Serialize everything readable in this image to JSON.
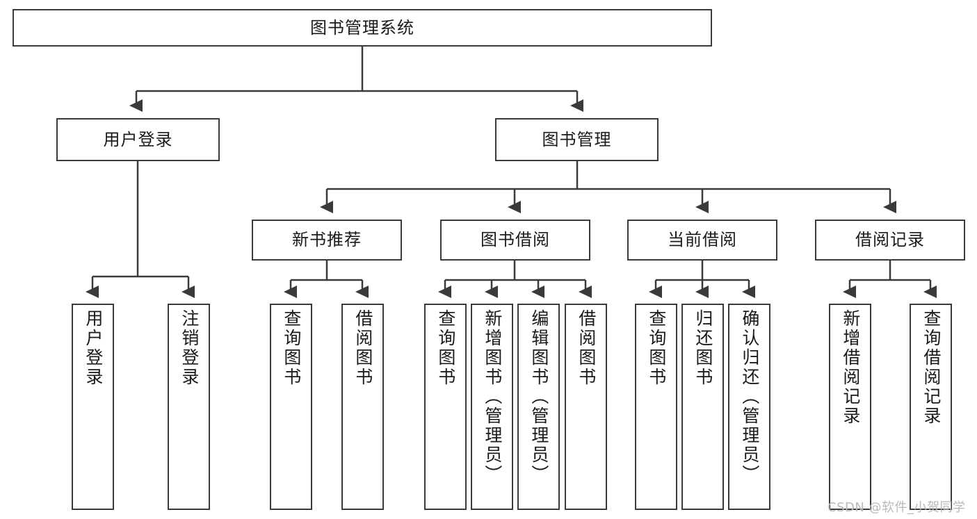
{
  "diagram": {
    "type": "tree-hierarchy-functional-decomposition",
    "root": {
      "label": "图书管理系统"
    },
    "level2": [
      {
        "label": "用户登录"
      },
      {
        "label": "图书管理"
      }
    ],
    "level3": [
      {
        "label": "新书推荐"
      },
      {
        "label": "图书借阅"
      },
      {
        "label": "当前借阅"
      },
      {
        "label": "借阅记录"
      }
    ],
    "leaves": {
      "user_login": [
        {
          "label": "用户登录"
        },
        {
          "label": "注销登录"
        }
      ],
      "new_book_recommend": [
        {
          "label": "查询图书"
        },
        {
          "label": "借阅图书"
        }
      ],
      "book_borrow": [
        {
          "label": "查询图书"
        },
        {
          "label": "新增图书（管理员）"
        },
        {
          "label": "编辑图书（管理员）"
        },
        {
          "label": "借阅图书"
        }
      ],
      "current_borrow": [
        {
          "label": "查询图书"
        },
        {
          "label": "归还图书"
        },
        {
          "label": "确认归还（管理员）"
        }
      ],
      "borrow_record": [
        {
          "label": "新增借阅记录"
        },
        {
          "label": "查询借阅记录"
        }
      ]
    }
  },
  "watermark": {
    "text": "CSDN @软件_小贺同学"
  },
  "colors": {
    "stroke": "#3a3a3a",
    "text": "#1a1a1a",
    "background": "#ffffff",
    "watermark": "#b9b9b9"
  }
}
